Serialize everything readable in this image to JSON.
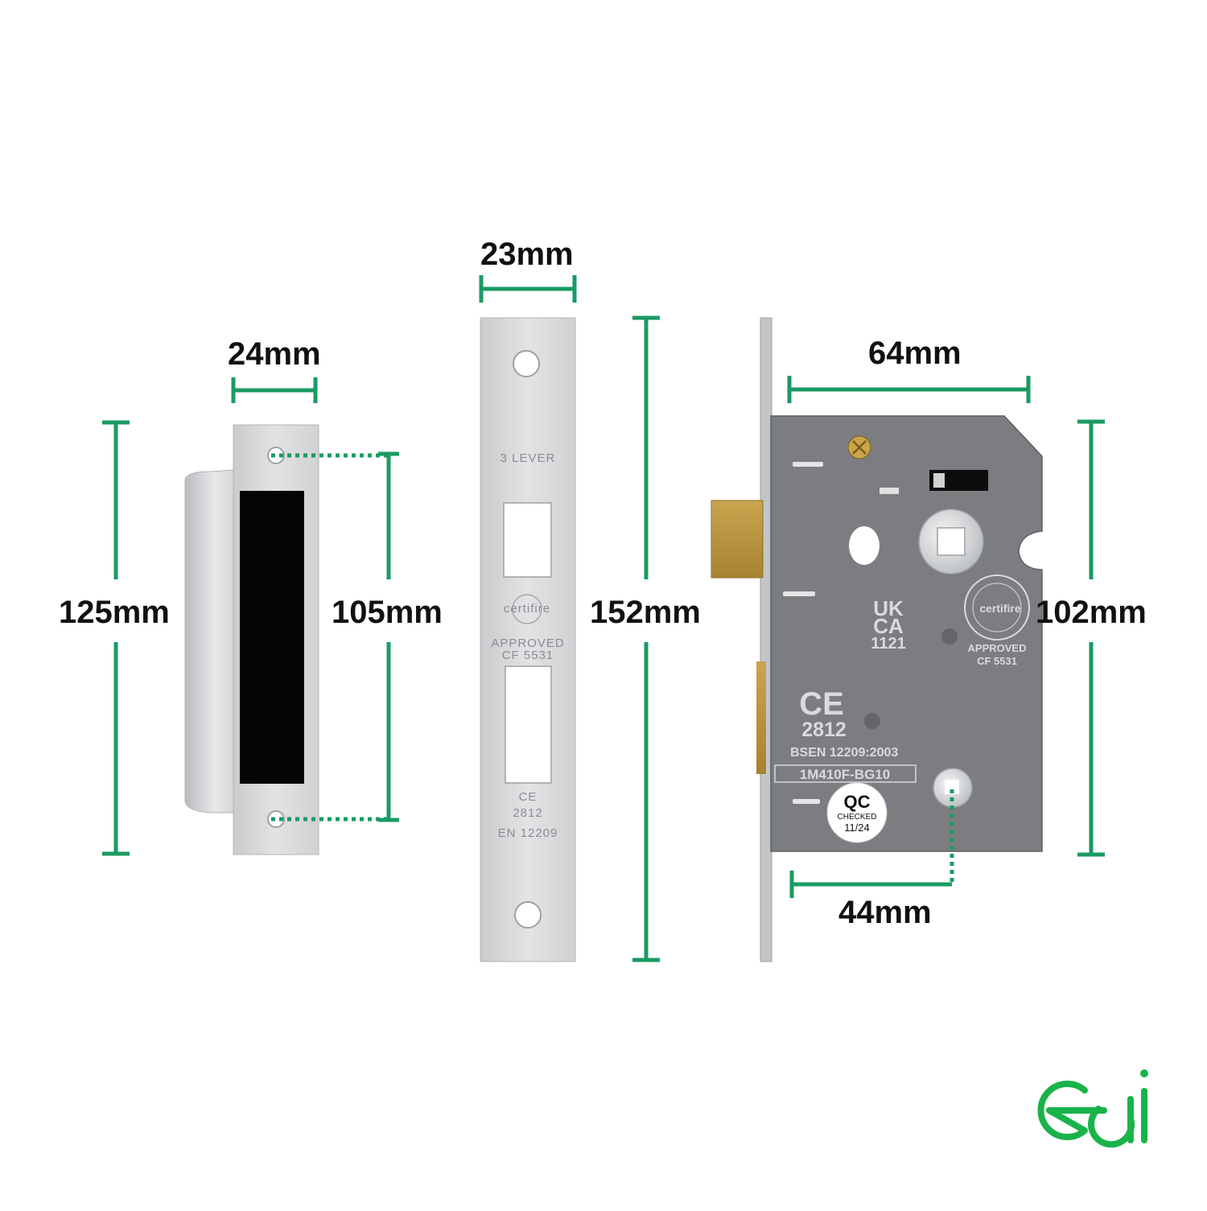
{
  "colors": {
    "accent": "#1a9b63",
    "logo": "#19b34a",
    "steel": "#d5d7d9",
    "case": "#7b7d80",
    "brass": "#b8943e"
  },
  "dimensions": {
    "strike_width": "24mm",
    "strike_height": "125mm",
    "strike_hole_spacing": "105mm",
    "forend_width": "23mm",
    "forend_height": "152mm",
    "case_depth": "64mm",
    "case_height": "102mm",
    "backset": "44mm"
  },
  "forend_engravings": {
    "lever": "3 LEVER",
    "approved": "APPROVED",
    "cf": "CF 5531",
    "ce": "CE",
    "ce_num": "2812",
    "en": "EN 12209",
    "certfire": "certifire"
  },
  "case_markings": {
    "ukca_1": "UK",
    "ukca_2": "CA",
    "ukca_num": "1121",
    "ce": "CE",
    "ce_num": "2812",
    "bsen": "BSEN 12209:2003",
    "model": "1M410F-BG10",
    "certifire": "certifire",
    "approved": "APPROVED",
    "cf": "CF 5531",
    "qc": "QC",
    "qc_checked": "CHECKED",
    "qc_date": "11/24"
  },
  "logo": {
    "icon": "eai-logo"
  }
}
